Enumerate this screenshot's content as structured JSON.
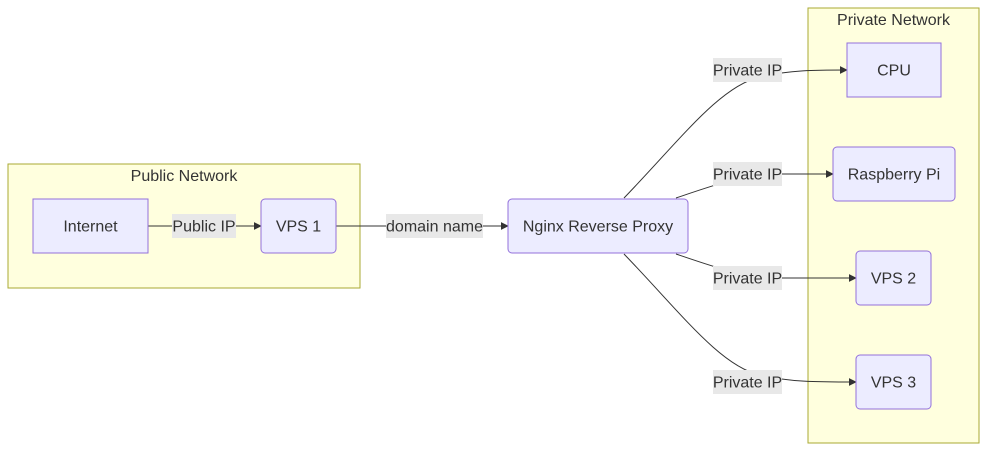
{
  "clusters": {
    "public": {
      "label": "Public Network"
    },
    "private": {
      "label": "Private Network"
    }
  },
  "nodes": {
    "internet": {
      "label": "Internet"
    },
    "vps1": {
      "label": "VPS 1"
    },
    "nginx": {
      "label": "Nginx Reverse Proxy"
    },
    "cpu": {
      "label": "CPU"
    },
    "raspberry": {
      "label": "Raspberry Pi"
    },
    "vps2": {
      "label": "VPS 2"
    },
    "vps3": {
      "label": "VPS 3"
    }
  },
  "edges": {
    "internet_vps1": {
      "label": "Public IP"
    },
    "vps1_nginx": {
      "label": "domain name"
    },
    "nginx_cpu": {
      "label": "Private IP"
    },
    "nginx_raspberry": {
      "label": "Private IP"
    },
    "nginx_vps2": {
      "label": "Private IP"
    },
    "nginx_vps3": {
      "label": "Private IP"
    }
  },
  "colors": {
    "node_fill": "#ECECFF",
    "node_stroke": "#9370DB",
    "cluster_fill": "#ffffde",
    "cluster_stroke": "#aaaa33",
    "edge": "#333333",
    "edge_label_bg": "#e8e8e8",
    "text": "#333333"
  }
}
